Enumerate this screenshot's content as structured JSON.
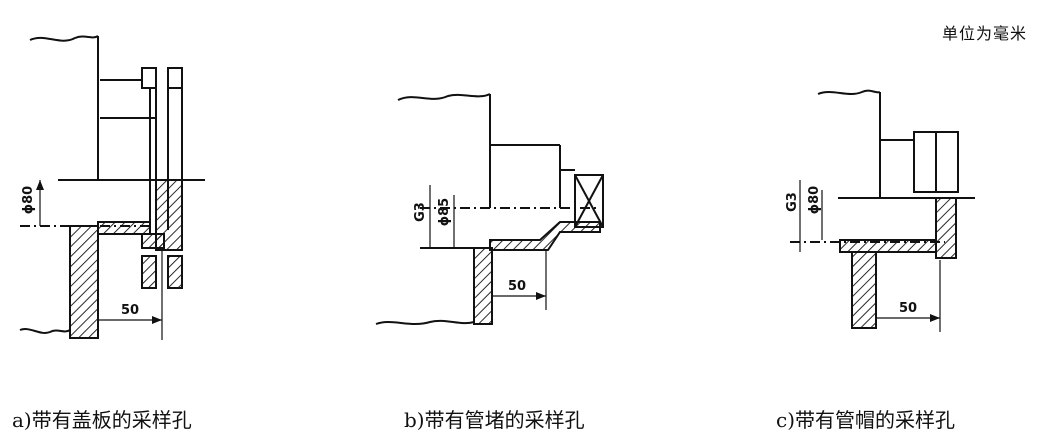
{
  "unit_label": "单位为毫米",
  "figures": [
    {
      "caption": "a)带有盖板的采样孔",
      "dims": {
        "diameter": "ϕ80",
        "length": "50"
      }
    },
    {
      "caption": "b)带有管堵的采样孔",
      "dims": {
        "thread": "G3",
        "diameter": "ϕ85",
        "length": "50"
      }
    },
    {
      "caption": "c)带有管帽的采样孔",
      "dims": {
        "thread": "G3",
        "diameter": "ϕ80",
        "length": "50"
      }
    }
  ]
}
